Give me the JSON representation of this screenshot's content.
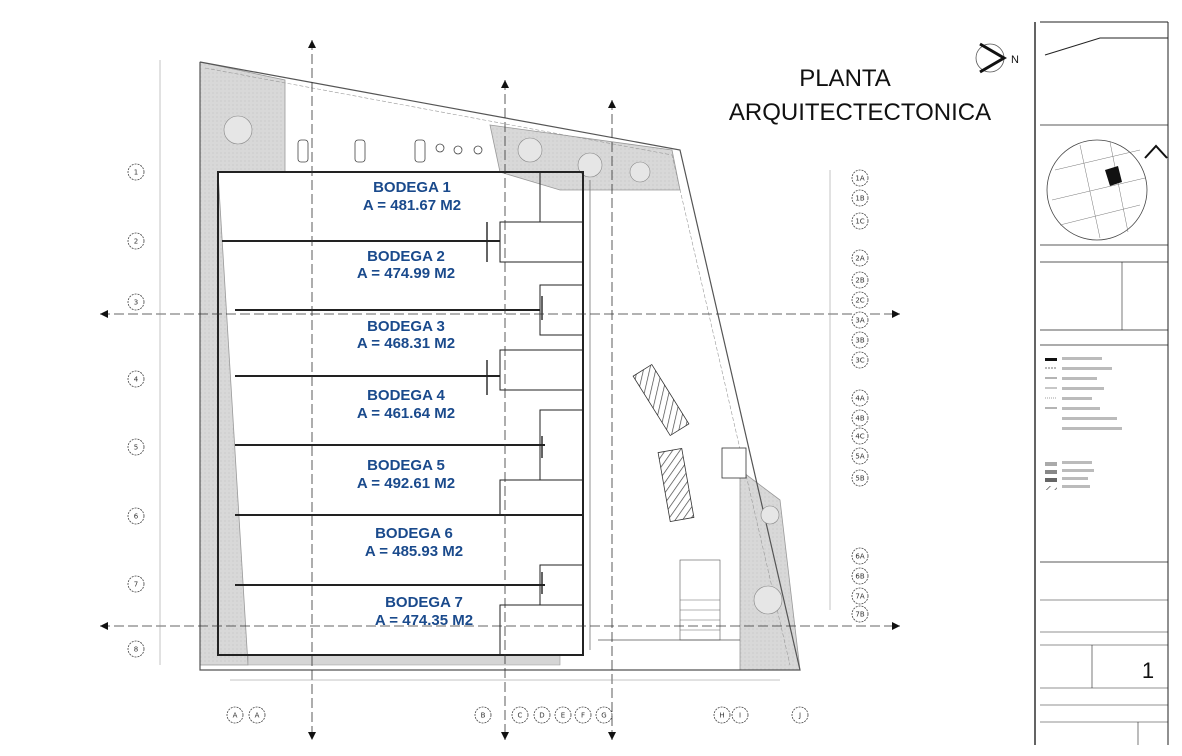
{
  "plan": {
    "title_line1": "PLANTA",
    "title_line2": "ARQUITECTECTONICA",
    "north_label": "N",
    "sheet_number": "1",
    "bodegas": [
      {
        "name": "BODEGA 1",
        "area": "A = 481.67 M2"
      },
      {
        "name": "BODEGA 2",
        "area": "A = 474.99 M2"
      },
      {
        "name": "BODEGA 3",
        "area": "A = 468.31 M2"
      },
      {
        "name": "BODEGA 4",
        "area": "A = 461.64 M2"
      },
      {
        "name": "BODEGA 5",
        "area": "A = 492.61 M2"
      },
      {
        "name": "BODEGA 6",
        "area": "A = 485.93 M2"
      },
      {
        "name": "BODEGA 7",
        "area": "A = 474.35 M2"
      }
    ],
    "left_axes": [
      "1",
      "2",
      "3",
      "4",
      "5",
      "6",
      "7",
      "8"
    ],
    "right_axes": [
      "1A",
      "1B",
      "1C",
      "2A",
      "2B",
      "2C",
      "3A",
      "3B",
      "3C",
      "4A",
      "4B",
      "4C",
      "5A",
      "5B",
      "6A",
      "6B",
      "7A",
      "7B"
    ],
    "bottom_axes": [
      "A",
      "A",
      "B",
      "C",
      "D",
      "E",
      "F",
      "G",
      "H",
      "I",
      "J"
    ]
  }
}
